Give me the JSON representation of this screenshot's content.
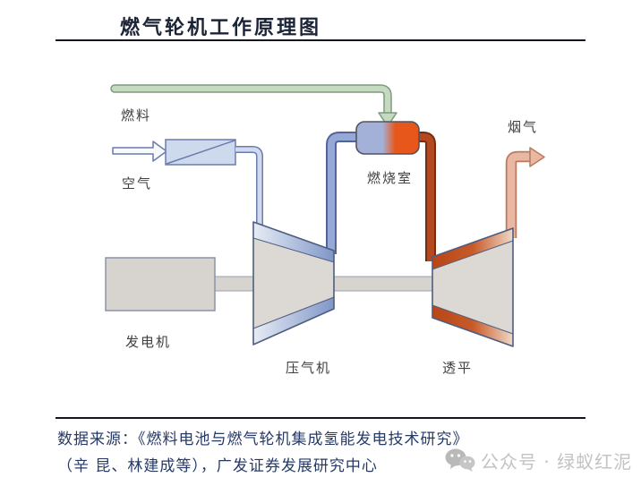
{
  "header": {
    "title": "燃气轮机工作原理图"
  },
  "diagram": {
    "fuel_label": "燃料",
    "air_label": "空气",
    "combustion_chamber_label": "燃烧室",
    "exhaust_label": "烟气",
    "generator_label": "发电机",
    "compressor_label": "压气机",
    "turbine_label": "透平",
    "colors": {
      "fuel_pipe_fill": "#c5dac1",
      "fuel_pipe_border": "#7d9b7e",
      "air_arrow_fill": "#f7f9fc",
      "air_arrow_border": "#6b7cac",
      "filter_fill": "#cdd9ec",
      "intake_pipe_fill": "#cfdaee",
      "blue_pipe_fill": "#96a9d6",
      "blue_pipe_border": "#54639a",
      "hot_pipe_fill": "#b4491f",
      "hot_pipe_border": "#772c10",
      "exhaust_pipe_fill": "#eab7a2",
      "exhaust_pipe_border": "#b87b60",
      "chamber_cold_side": "#a3b1d9",
      "chamber_hot_side": "#e7571b",
      "machine_body_fill": "#dcd8d3",
      "machine_border": "#4f5d7e",
      "generator_fill": "#d7d3ce",
      "generator_border": "#8a93a5",
      "label_color": "#404040",
      "title_color": "#1c2438",
      "source_text_color": "#273a66",
      "watermark_color": "#c3c3c3"
    }
  },
  "footer": {
    "source_line1": "数据来源：《燃料电池与燃气轮机集成氢能发电技术研究》",
    "source_line2": "（辛 昆、林建成等），广发证券发展研究中心",
    "watermark_text": "公众号 · 绿蚁红泥",
    "watermark_icon": "wechat-icon"
  }
}
